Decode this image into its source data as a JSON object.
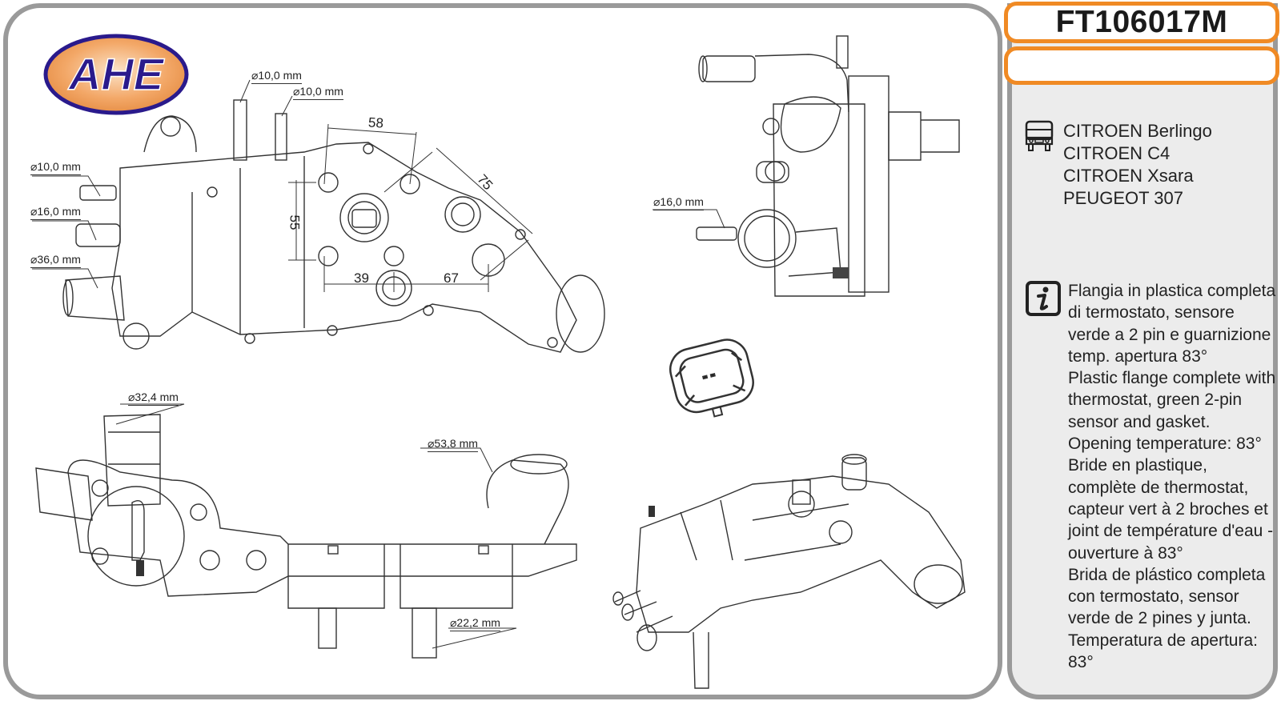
{
  "brand": {
    "logo_text": "AHE",
    "colors": {
      "logo_fill": "#f0a060",
      "logo_text": "#2a1a8c",
      "accent_border": "#f08a24",
      "frame": "#9a9a9a",
      "panel_bg": "#ececec"
    }
  },
  "product": {
    "code": "FT106017M",
    "secondary_code": ""
  },
  "applications": {
    "icon": "vehicle-icon",
    "items": [
      "CITROEN  Berlingo",
      "CITROEN  C4",
      "CITROEN  Xsara",
      "PEUGEOT 307"
    ]
  },
  "description": {
    "icon": "info-icon",
    "paragraphs": [
      "Flangia in plastica completa di termostato, sensore verde a 2 pin e guarnizione temp. apertura 83°",
      "Plastic flange complete with thermostat, green 2-pin sensor and gasket. Opening temperature: 83°",
      "Bride en plastique, complète de thermostat, capteur vert à 2 broches et joint de température d'eau - ouverture à 83°",
      "Brida de plástico completa con termostato, sensor verde de 2 pines y junta. Temperatura de apertura: 83°"
    ]
  },
  "drawing": {
    "diameter_labels": {
      "top_pipe_1": "⌀10,0 mm",
      "top_pipe_2": "⌀10,0 mm",
      "left_pipe_1": "⌀10,0 mm",
      "left_pipe_2": "⌀16,0 mm",
      "left_pipe_3": "⌀36,0 mm",
      "side_view_pipe": "⌀16,0 mm",
      "bottom_inlet": "⌀32,4 mm",
      "bottom_outlet": "⌀53,8 mm",
      "bottom_pipe": "⌀22,2 mm"
    },
    "dimensions": {
      "width_top": "58",
      "height_left": "55",
      "diagonal": "75",
      "bottom_left": "39",
      "bottom_right": "67"
    }
  }
}
